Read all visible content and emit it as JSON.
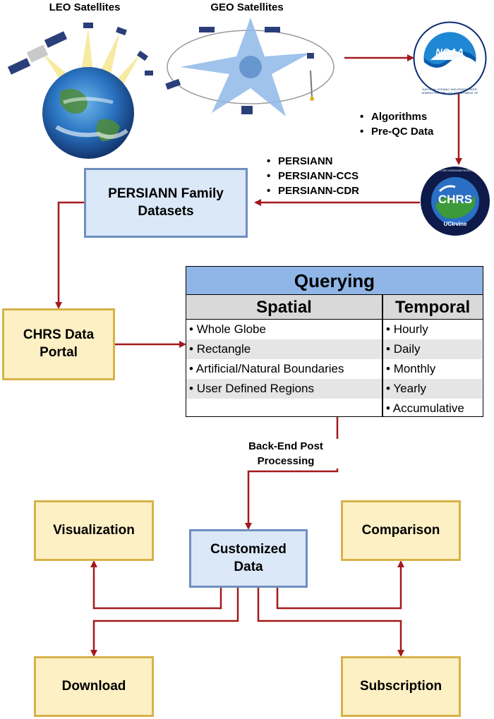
{
  "satellites": {
    "leo_label": "LEO Satellites",
    "geo_label": "GEO Satellites"
  },
  "noaa": {
    "logo_text": "NOAA",
    "ring_text": "NATIONAL OCEANIC AND ATMOSPHERIC ADMINISTRATION · U.S. DEPARTMENT OF COMMERCE"
  },
  "noaa_to_chrs_items": [
    "Algorithms",
    "Pre-QC Data"
  ],
  "chrs": {
    "logo_text": "CHRS",
    "ring_text": "CENTER FOR HYDROMETEOROLOGY & REMOTE SENSING",
    "sub_text": "UCIrvine"
  },
  "dataset_items": [
    "PERSIANN",
    "PERSIANN-CCS",
    "PERSIANN-CDR"
  ],
  "boxes": {
    "persiann_family": "PERSIANN Family Datasets",
    "data_portal": "CHRS Data Portal",
    "customized_data": "Customized Data",
    "visualization": "Visualization",
    "comparison": "Comparison",
    "download": "Download",
    "subscription": "Subscription"
  },
  "querying": {
    "title": "Querying",
    "spatial_header": "Spatial",
    "temporal_header": "Temporal",
    "spatial_items": [
      "Whole Globe",
      "Rectangle",
      "Artificial/Natural Boundaries",
      "User Defined Regions"
    ],
    "temporal_items": [
      "Hourly",
      "Daily",
      "Monthly",
      "Yearly",
      "Accumulative"
    ]
  },
  "process_label": "Back-End Post Processing",
  "colors": {
    "arrow": "#a3191c",
    "blue_fill": "#dbe8f8",
    "blue_border": "#6e8fc0",
    "yellow_fill": "#fdf0c4",
    "yellow_border": "#d7b24a",
    "query_title": "#8fb6e6",
    "query_header": "#d9d9d9"
  }
}
